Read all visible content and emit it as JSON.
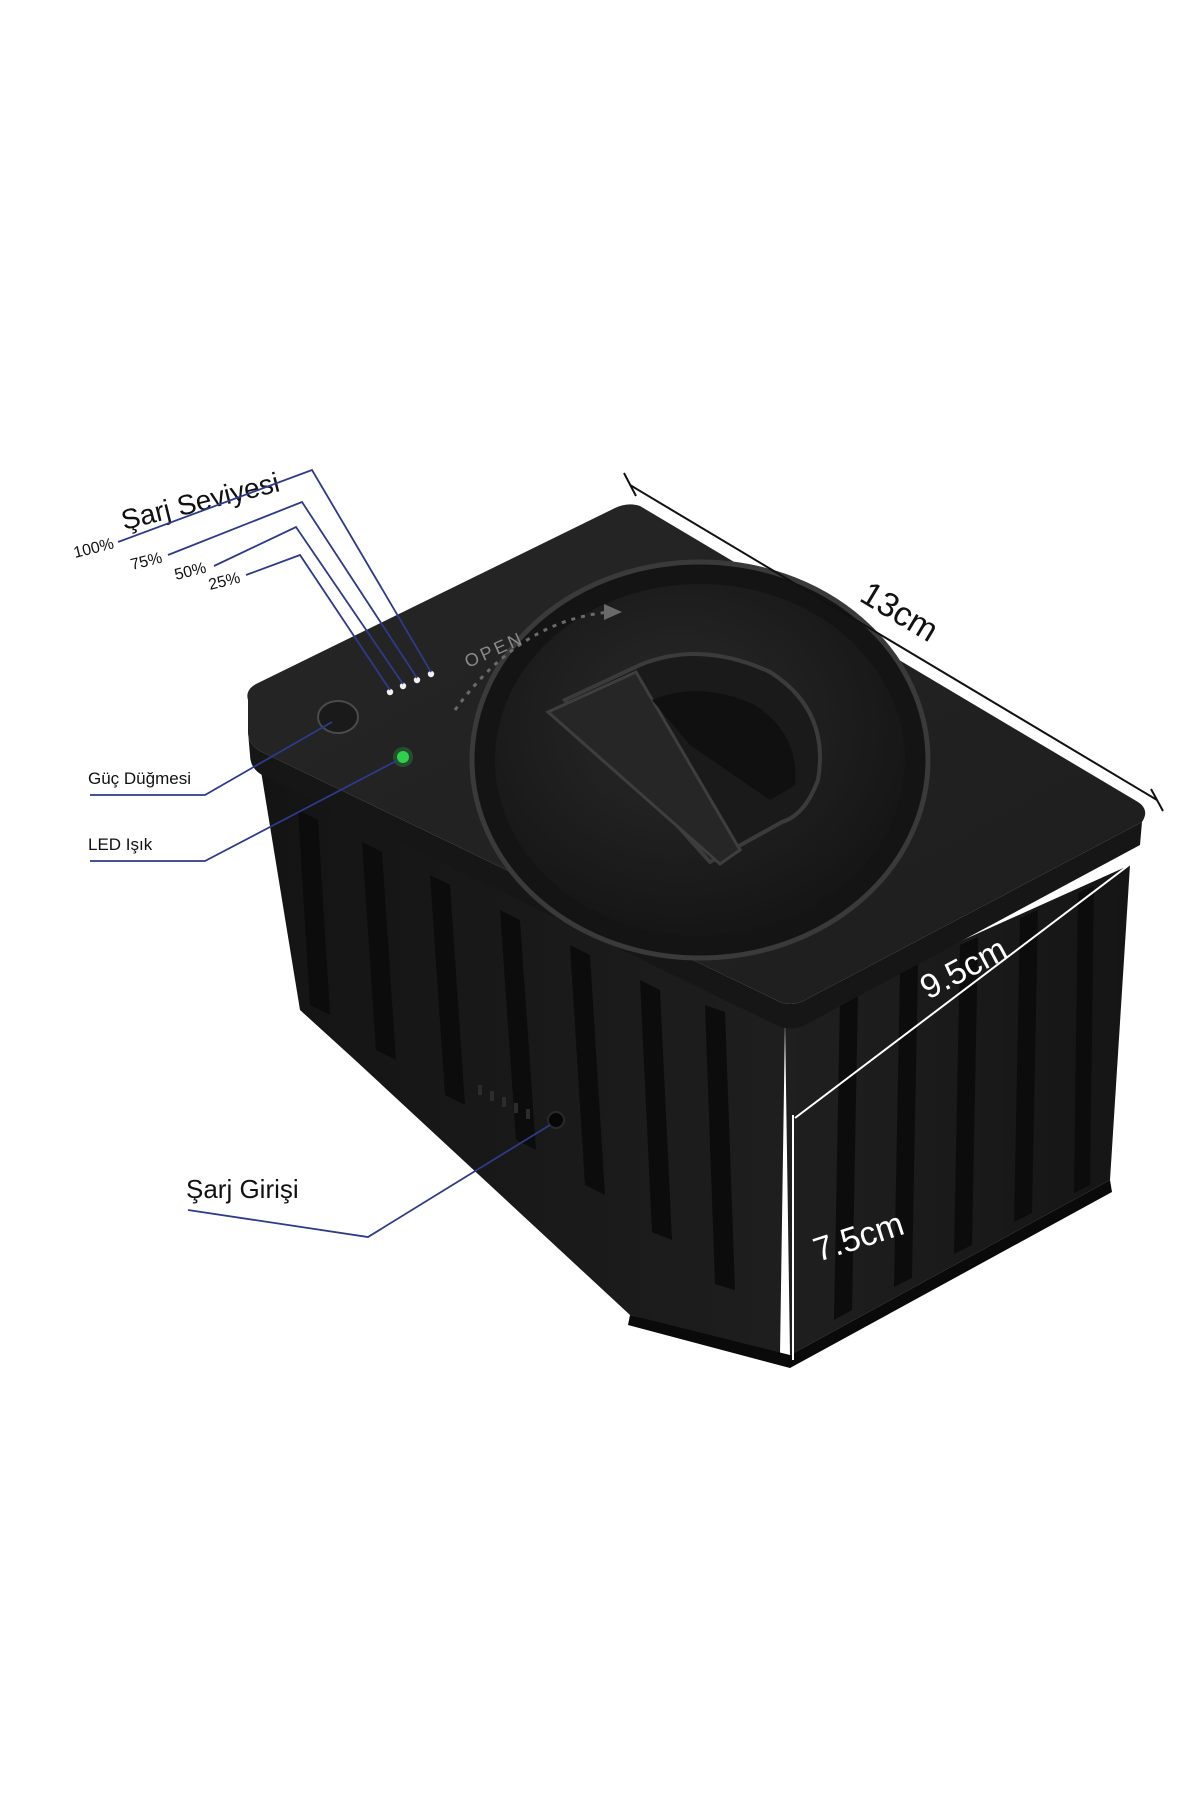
{
  "labels": {
    "charge_level_title": "Şarj Seviyesi",
    "level_100": "100%",
    "level_75": "75%",
    "level_50": "50%",
    "level_25": "25%",
    "power_button": "Güç Düğmesi",
    "led_light": "LED Işık",
    "charge_input": "Şarj Girişi",
    "lid_open": "OPEN"
  },
  "dimensions": {
    "length": "13cm",
    "width": "9.5cm",
    "height": "7.5cm"
  },
  "colors": {
    "device_body": "#1c1c1c",
    "device_top": "#232323",
    "led_green": "#2fd14a",
    "indicator_led": "#f2f2f2",
    "leader_line": "#2e3a8a"
  }
}
